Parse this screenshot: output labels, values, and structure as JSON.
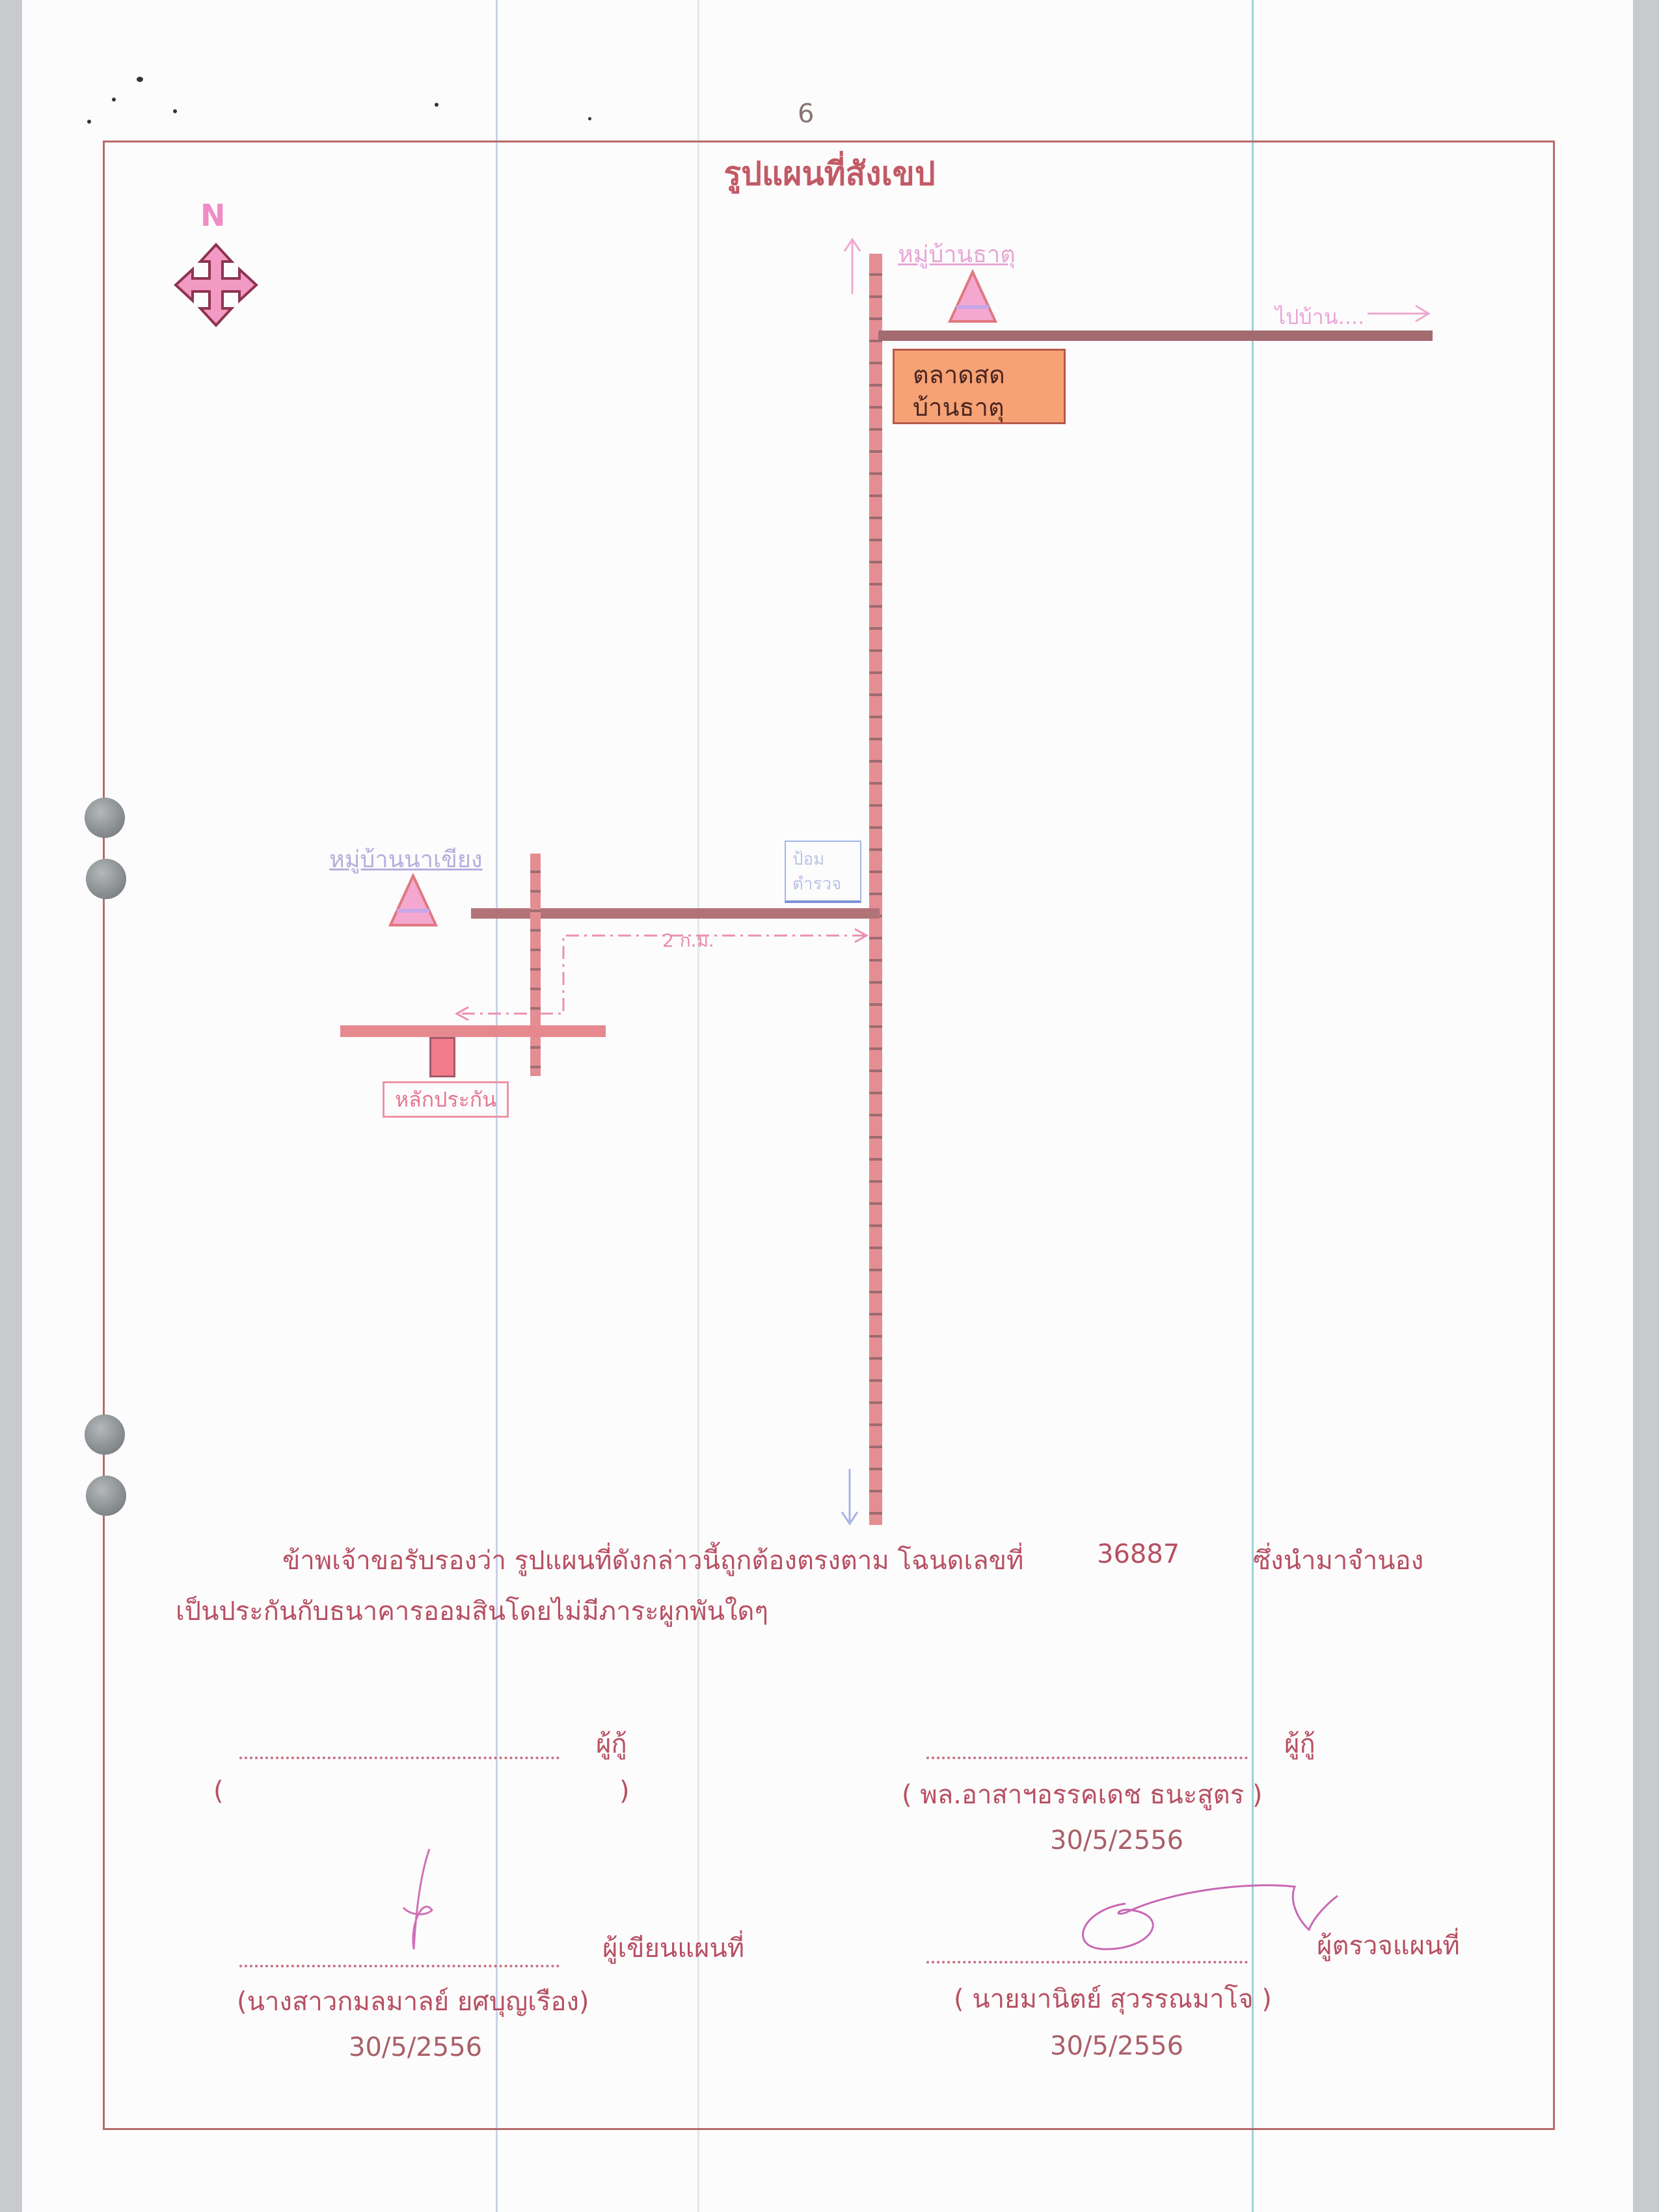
{
  "page_number": "6",
  "title": "รูปแผนที่สังเขป",
  "compass": {
    "label": "N",
    "icon": "compass-arrows-icon"
  },
  "map": {
    "village_top": "หมู่บ้านธาตุ",
    "village_left": "หมู่บ้านนาเขียง",
    "to_right_label": "ไปบ้าน....",
    "market_line1": "ตลาดสด",
    "market_line2": "บ้านธาตุ",
    "police_line1": "ป้อม",
    "police_line2": "ตำรวจ",
    "distance": "2 ก.ม.",
    "collateral": "หลักประกัน"
  },
  "certification": {
    "line1_prefix": "ข้าพเจ้าขอรับรองว่า รูปแผนที่ดังกล่าวนี้ถูกต้องตรงตาม โฉนดเลขที่",
    "deed_number": "36887",
    "line1_suffix": "ซึ่งนำมาจำนอง",
    "line2": "เป็นประกันกับธนาคารออมสินโดยไม่มีภาระผูกพันใดๆ"
  },
  "signatures": {
    "borrower_left": {
      "role": "ผู้กู้",
      "open": "(",
      "close": ")"
    },
    "borrower_right": {
      "role": "ผู้กู้",
      "name": "(     พล.อาสาฯอรรคเดช ธนะสูตร     )",
      "date": "30/5/2556"
    },
    "drafter": {
      "role": "ผู้เขียนแผนที่",
      "name": "(นางสาวกมลมาลย์ ยศบุญเรือง)",
      "date": "30/5/2556"
    },
    "inspector": {
      "role": "ผู้ตรวจแผนที่",
      "name": "( นายมานิตย์  สุวรรณมาโจ )",
      "date": "30/5/2556"
    }
  },
  "colors": {
    "frame": "#b66a6a",
    "title": "#c25a66",
    "road": "#e08d91",
    "market": "#f6a275"
  }
}
